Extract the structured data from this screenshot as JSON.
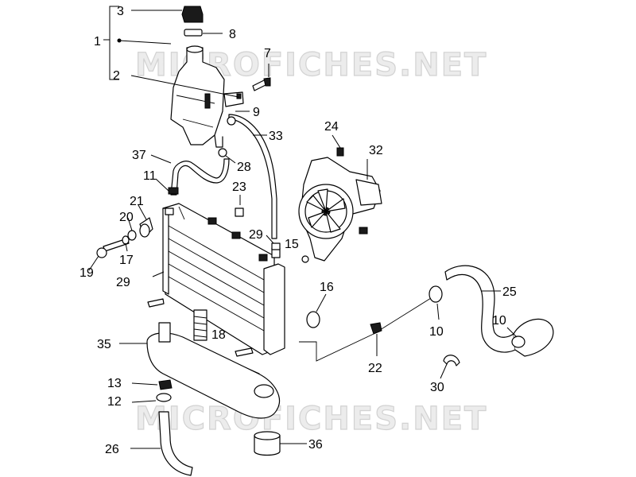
{
  "watermark": "MICROFICHES.NET",
  "labels": [
    "1",
    "2",
    "3",
    "8",
    "7",
    "9",
    "33",
    "24",
    "32",
    "37",
    "28",
    "11",
    "23",
    "21",
    "20",
    "17",
    "19",
    "29",
    "15",
    "16",
    "25",
    "10",
    "18",
    "35",
    "13",
    "12",
    "22",
    "30",
    "26",
    "36"
  ],
  "colors": {
    "line": "#000000",
    "fill": "#ffffff",
    "watermark": "#d2d2d2"
  }
}
